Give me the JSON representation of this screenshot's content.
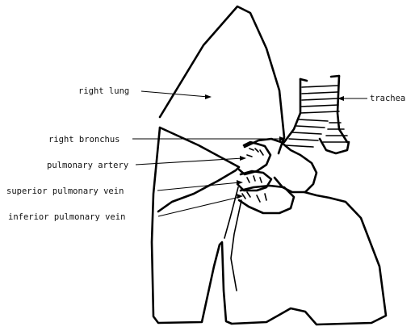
{
  "labels": {
    "right_lung": "right lung",
    "trachea": "trachea",
    "right_bronchus": "right bronchus",
    "pulmonary_artery": "pulmonary artery",
    "superior_pulmonary_vein": "superior pulmonary vein",
    "inferior_pulmonary_vein": "inferior pulmonary vein"
  }
}
